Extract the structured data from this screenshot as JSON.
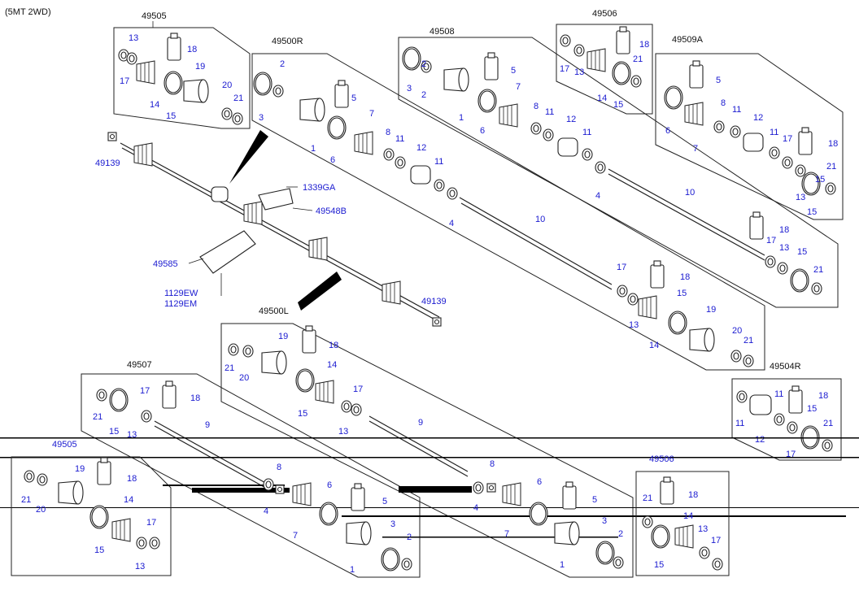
{
  "heading": "(5MT 2WD)",
  "groups": {
    "g49505": "49505",
    "g49500R": "49500R",
    "g49508": "49508",
    "g49506": "49506",
    "g49509A": "49509A",
    "g49500L": "49500L",
    "g49507": "49507",
    "g49504R": "49504R",
    "g49505_bot": "49505",
    "g49506_bot": "49506"
  },
  "labels": {
    "c49139a": "49139",
    "c49139b": "49139",
    "c1339GA": "1339GA",
    "c49548B": "49548B",
    "c49585": "49585",
    "c1129EW": "1129EW",
    "c1129EM": "1129EM"
  },
  "callouts": {
    "n1": "1",
    "n2": "2",
    "n3": "3",
    "n4": "4",
    "n5": "5",
    "n6": "6",
    "n7": "7",
    "n8": "8",
    "n9": "9",
    "n10": "10",
    "n11": "11",
    "n12": "12",
    "n13": "13",
    "n14": "14",
    "n15": "15",
    "n17": "17",
    "n18": "18",
    "n19": "19",
    "n20": "20",
    "n21": "21"
  },
  "colors": {
    "callout": "#1a1ad0",
    "line": "#222222"
  }
}
